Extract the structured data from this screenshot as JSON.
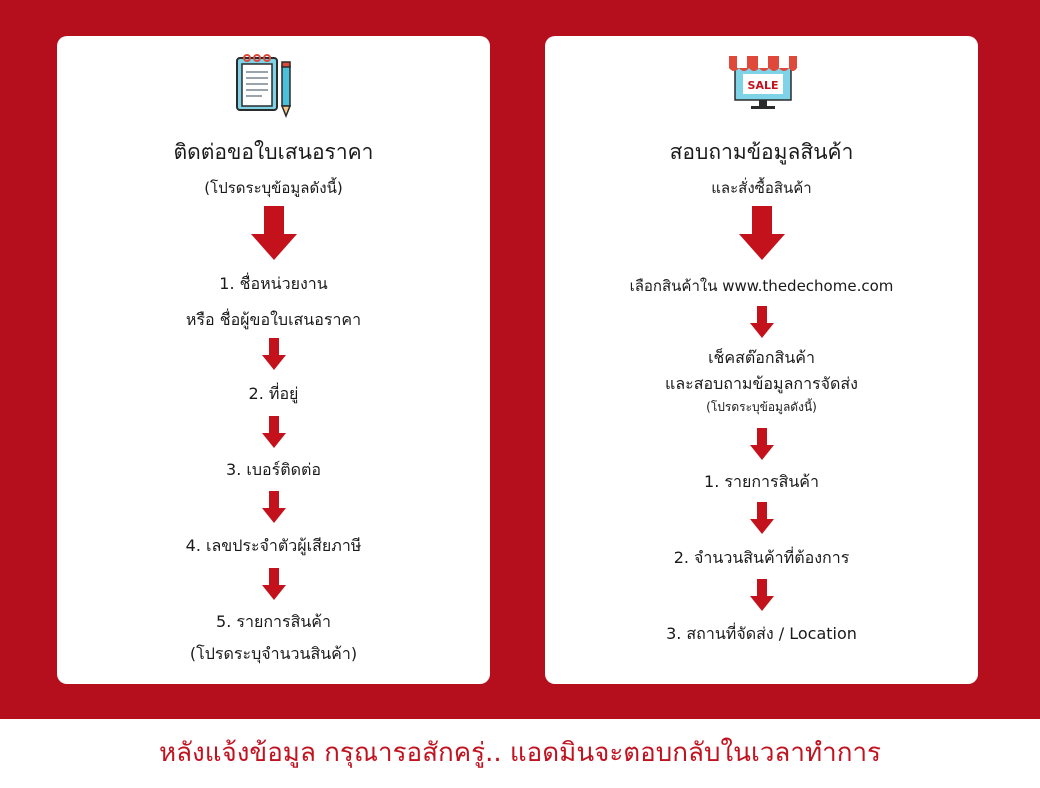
{
  "colors": {
    "background_red": "#b50f1e",
    "arrow_red": "#c4121d",
    "card": "#ffffff",
    "footer_text": "#c1121f"
  },
  "left_card": {
    "icon": "notepad-pencil-icon",
    "title": "ติดต่อขอใบเสนอราคา",
    "subtitle": "(โปรดระบุข้อมูลดังนี้)",
    "steps": [
      "1. ชื่อหน่วยงาน",
      "หรือ ชื่อผู้ขอใบเสนอราคา",
      "2. ที่อยู่",
      "3. เบอร์ติดต่อ",
      "4. เลขประจำตัวผู้เสียภาษี",
      "5. รายการสินค้า",
      "(โปรดระบุจำนวนสินค้า)"
    ]
  },
  "right_card": {
    "icon": "sale-shop-icon",
    "icon_text": "SALE",
    "title": "สอบถามข้อมูลสินค้า",
    "subtitle": "และสั่งซื้อสินค้า",
    "steps": [
      "เลือกสินค้าใน www.thedechome.com",
      "เช็คสต๊อกสินค้า",
      "และสอบถามข้อมูลการจัดส่ง",
      "(โปรดระบุข้อมูลดังนี้)",
      "1. รายการสินค้า",
      "2. จำนวนสินค้าที่ต้องการ",
      "3. สถานที่จัดส่ง / Location"
    ]
  },
  "footer": {
    "text": "หลังแจ้งข้อมูล กรุณารอสักครู่.. แอดมินจะตอบกลับในเวลาทำการ"
  }
}
